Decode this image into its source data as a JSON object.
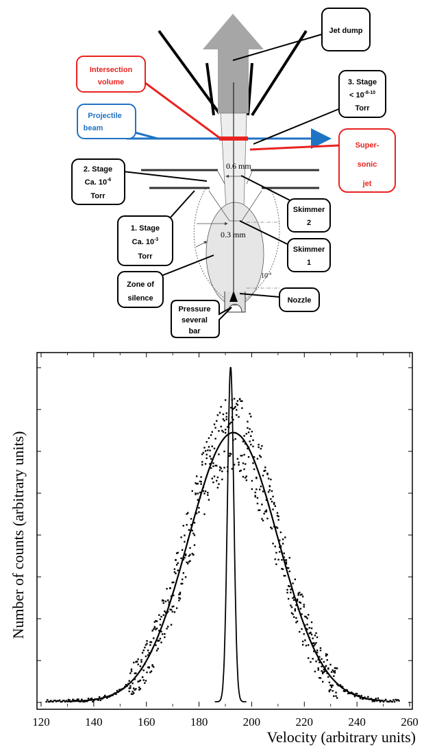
{
  "diagram": {
    "labels": {
      "jet_dump": "Jet dump",
      "intersection_1": "Intersection",
      "intersection_2": "volume",
      "projectile_1": "Projectile",
      "projectile_2": "beam",
      "stage3_1": "3. Stage",
      "stage3_2": "< 10",
      "stage3_exp": "-8-10",
      "stage3_3": "Torr",
      "supersonic_1": "Super-",
      "supersonic_2": "sonic",
      "supersonic_3": "jet",
      "stage2_1": "2. Stage",
      "stage2_2": "Ca. 10",
      "stage2_exp": "-6",
      "stage2_3": "Torr",
      "skimmer2_1": "Skimmer",
      "skimmer2_2": "2",
      "stage1_1": "1.   Stage",
      "stage1_2": "Ca. 10",
      "stage1_exp": "-3",
      "stage1_3": "Torr",
      "skimmer1_1": "Skimmer",
      "skimmer1_2": "1",
      "zone_1": "Zone of",
      "zone_2": "silence",
      "nozzle": "Nozzle",
      "pressure_1": "Pressure",
      "pressure_2": "several",
      "pressure_3": "bar",
      "dim_06": "0.6 mm",
      "dim_03": "0.3 mm",
      "dim_small": "10"
    },
    "colors": {
      "intersection": "#e8221f",
      "projectile": "#1f73c4",
      "supersonic": "#e8221f",
      "dump_arrow": "#a6a6a6"
    }
  },
  "chart_data": {
    "type": "scatter",
    "xlabel": "Velocity (arbitrary units)",
    "ylabel": "Number of counts (arbitrary units)",
    "xlim": [
      120,
      260
    ],
    "x_ticks": [
      "120",
      "140",
      "160",
      "180",
      "200",
      "220",
      "240",
      "260"
    ],
    "broad_fit": {
      "center": 193,
      "sigma": 17,
      "peak": 0.78
    },
    "narrow_peak": {
      "center": 192,
      "sigma": 1.2,
      "peak": 0.97
    }
  }
}
